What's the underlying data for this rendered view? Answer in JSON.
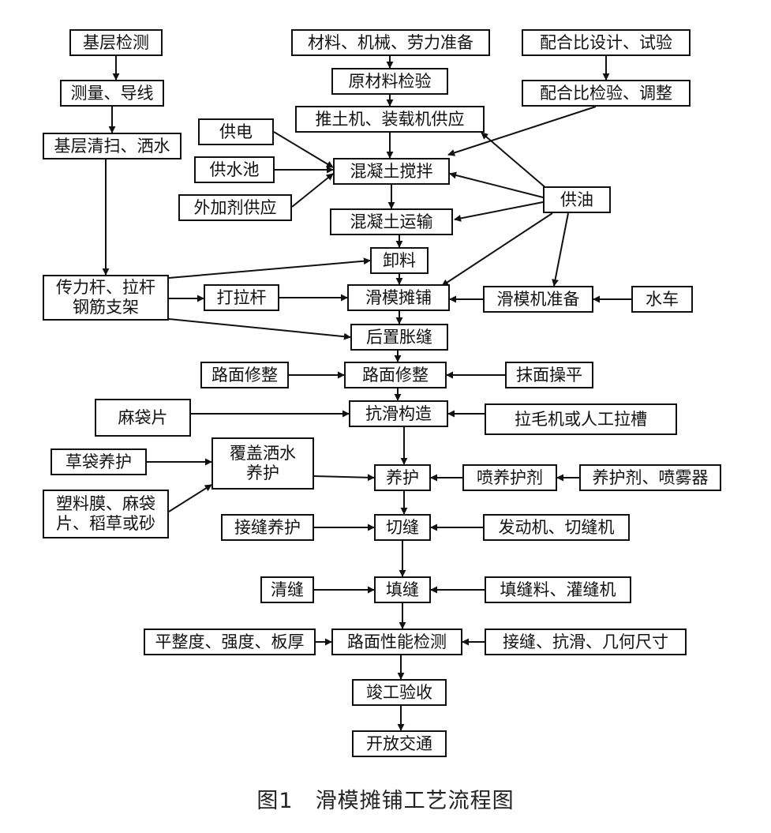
{
  "diagram": {
    "nodes": {
      "base_check": "基层检测",
      "survey": "测量、导线",
      "base_clean": "基层清扫、洒水",
      "materials_prep": "材料、机械、劳力准备",
      "raw_check": "原材料检验",
      "loader_supply": "推土机、装载机供应",
      "mix_design": "配合比设计、试验",
      "mix_adjust": "配合比检验、调整",
      "power": "供电",
      "water_pool": "供水池",
      "admixture": "外加剂供应",
      "mixing": "混凝土搅拌",
      "fuel": "供油",
      "transport": "混凝土运输",
      "unload": "卸料",
      "dowel": "传力杆、拉杆\n钢筋支架",
      "tie_bar": "打拉杆",
      "paving": "滑模摊铺",
      "paver_prep": "滑模机准备",
      "water_truck": "水车",
      "expansion": "后置胀缝",
      "trim_left": "路面修整",
      "trim": "路面修整",
      "float": "抹面操平",
      "burlap": "麻袋片",
      "texture": "抗滑构造",
      "groove": "拉毛机或人工拉槽",
      "straw": "草袋养护",
      "cover": "覆盖洒水\n养护",
      "film": "塑料膜、麻袋\n片、稻草或砂",
      "curing": "养护",
      "spray": "喷养护剂",
      "sprayer": "养护剂、喷雾器",
      "joint_cure": "接缝养护",
      "cutting": "切缝",
      "cutter": "发动机、切缝机",
      "clean": "清缝",
      "filling": "填缝",
      "filler": "填缝料、灌缝机",
      "flatness": "平整度、强度、板厚",
      "performance": "路面性能检测",
      "joint_check": "接缝、抗滑、几何尺寸",
      "acceptance": "竣工验收",
      "open": "开放交通"
    },
    "caption": "图1　滑模摊铺工艺流程图"
  }
}
